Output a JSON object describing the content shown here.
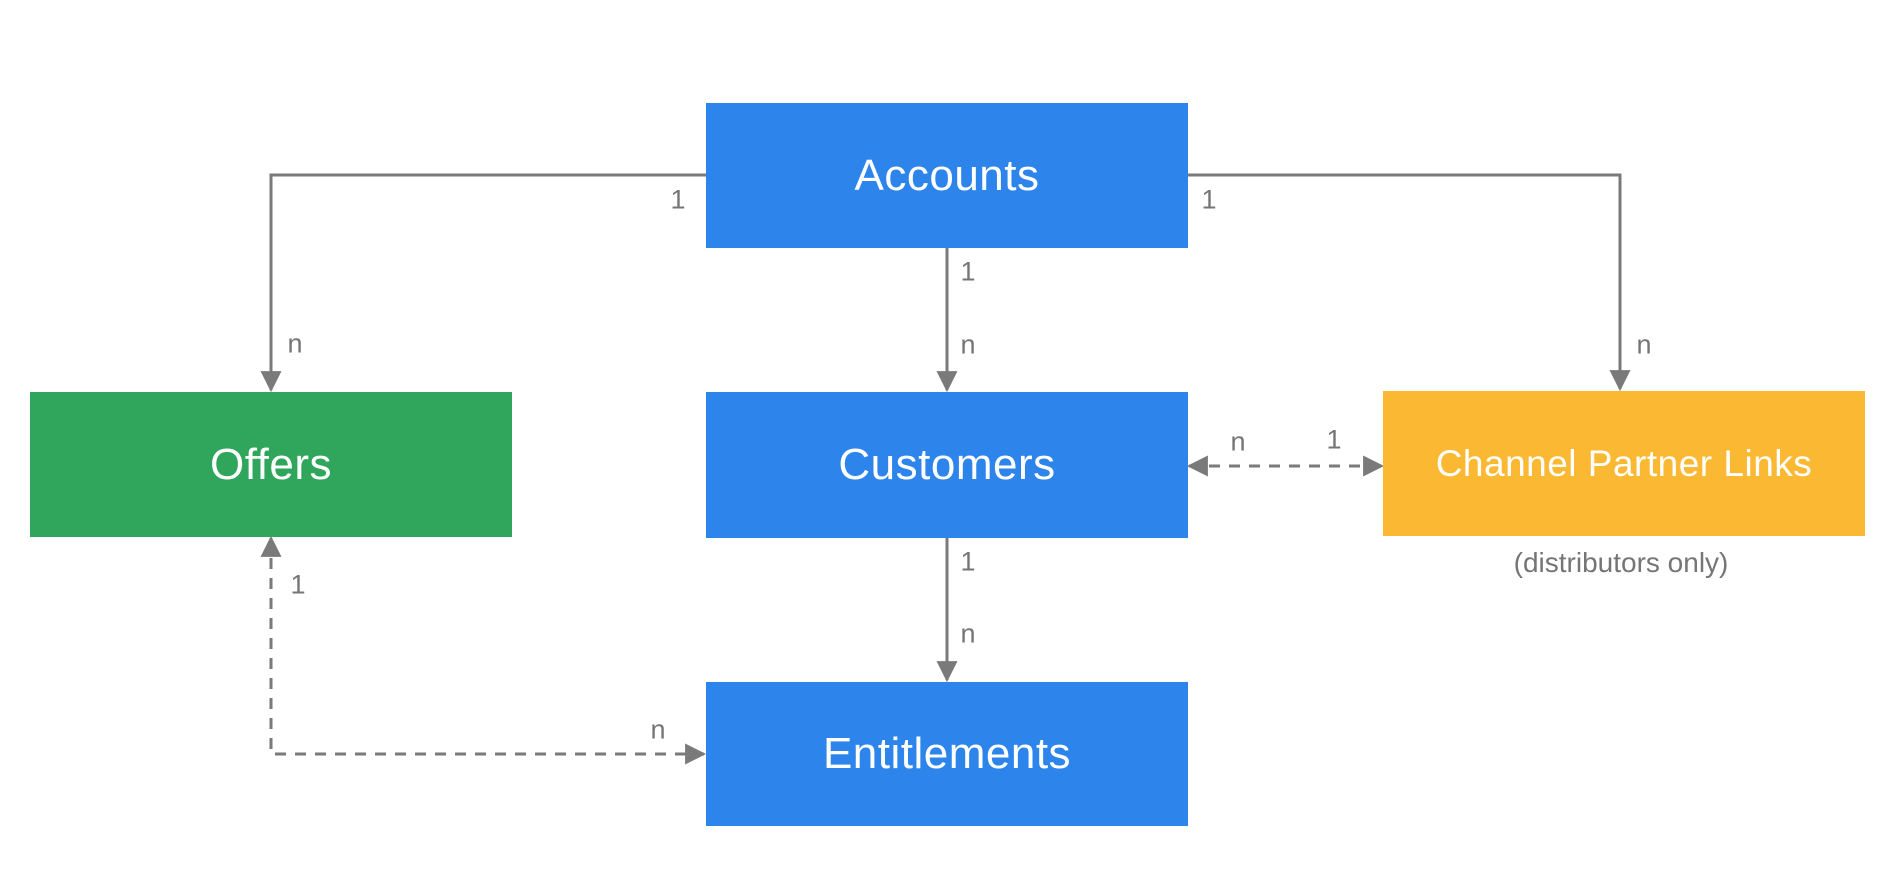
{
  "diagram": {
    "type": "entity-relationship",
    "background": "#ffffff",
    "nodes": {
      "accounts": {
        "label": "Accounts",
        "color": "#2d85ec"
      },
      "offers": {
        "label": "Offers",
        "color": "#2fa65c"
      },
      "customers": {
        "label": "Customers",
        "color": "#2d85ec"
      },
      "channel_partner_links": {
        "label": "Channel Partner Links",
        "color": "#fbb832",
        "note": "(distributors only)"
      },
      "entitlements": {
        "label": "Entitlements",
        "color": "#2d85ec"
      }
    },
    "edges": {
      "accounts_offers": {
        "from": "Accounts",
        "to": "Offers",
        "from_card": "1",
        "to_card": "n",
        "style": "solid",
        "direction": "one-way"
      },
      "accounts_customers": {
        "from": "Accounts",
        "to": "Customers",
        "from_card": "1",
        "to_card": "n",
        "style": "solid",
        "direction": "one-way"
      },
      "accounts_channel_partner_links": {
        "from": "Accounts",
        "to": "Channel Partner Links",
        "from_card": "1",
        "to_card": "n",
        "style": "solid",
        "direction": "one-way"
      },
      "customers_entitlements": {
        "from": "Customers",
        "to": "Entitlements",
        "from_card": "1",
        "to_card": "n",
        "style": "solid",
        "direction": "one-way"
      },
      "customers_channel_partner_links": {
        "from": "Customers",
        "to": "Channel Partner Links",
        "from_card": "n",
        "to_card": "1",
        "style": "dashed",
        "direction": "two-way"
      },
      "offers_entitlements": {
        "from": "Offers",
        "to": "Entitlements",
        "from_card": "1",
        "to_card": "n",
        "style": "dashed",
        "direction": "two-way"
      }
    },
    "colors": {
      "line": "#7a7a7a",
      "cardinality_text": "#757575",
      "node_text": "#ffffff"
    }
  }
}
